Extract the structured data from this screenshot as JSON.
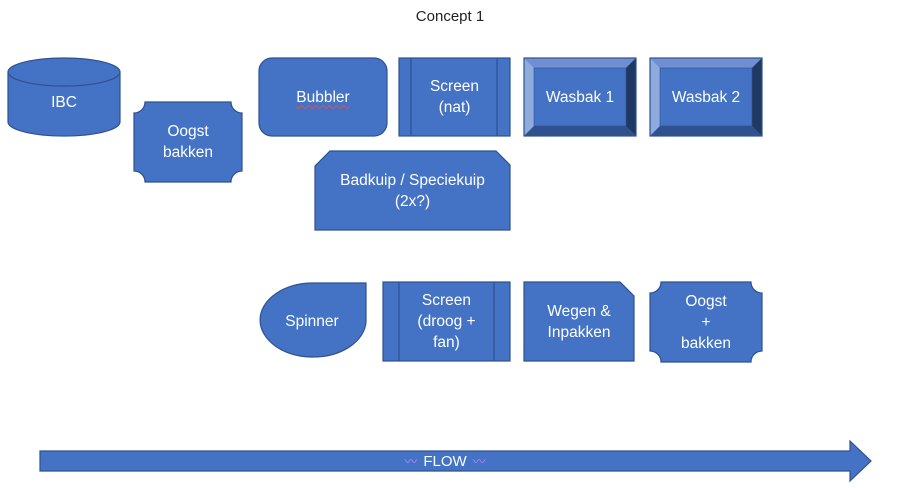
{
  "title": "Concept 1",
  "shapes": {
    "ibc": "IBC",
    "oogst_bakken_1": "Oogst\nbakken",
    "bubbler": "Bubbler",
    "screen_nat": "Screen\n(nat)",
    "wasbak_1": "Wasbak 1",
    "wasbak_2": "Wasbak 2",
    "badkuip": "Badkuip / Speciekuip\n(2x?)",
    "spinner": "Spinner",
    "screen_droog": "Screen\n(droog +\nfan)",
    "wegen": "Wegen &\nInpakken",
    "oogst_bakken_2": "Oogst\n+\nbakken"
  },
  "flow_label": "FLOW",
  "colors": {
    "fill": "#4472c4",
    "stroke": "#2f528f",
    "bevel_light": "#8faadc",
    "bevel_dark": "#203864"
  }
}
